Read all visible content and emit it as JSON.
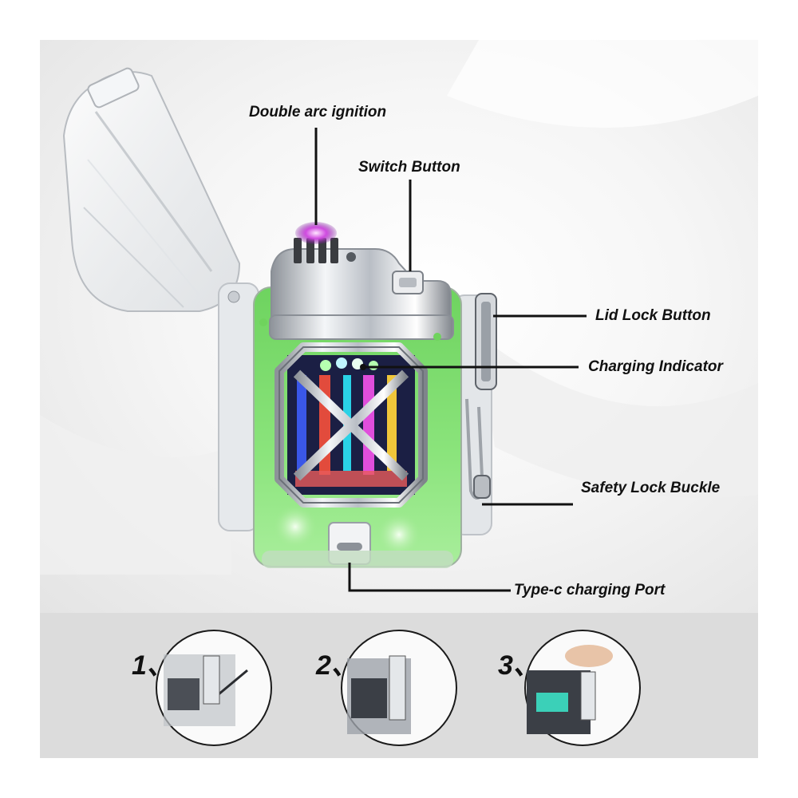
{
  "callouts": {
    "double_arc": "Double arc ignition",
    "switch_button": "Switch Button",
    "lid_lock": "Lid Lock Button",
    "charging_indicator": "Charging Indicator",
    "safety_lock": "Safety Lock Buckle",
    "type_c": "Type-c charging Port"
  },
  "steps": [
    {
      "label": "1、"
    },
    {
      "label": "2、"
    },
    {
      "label": "3、"
    }
  ],
  "colors": {
    "body_green": "#7ee070",
    "chrome": "#d9dde2",
    "arc_purple": "#c43ad8",
    "bottom_panel": "#dcdcdc"
  }
}
